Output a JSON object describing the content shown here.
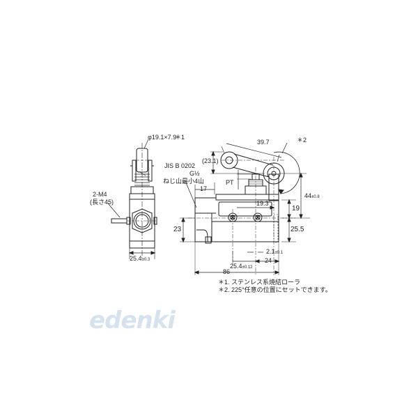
{
  "drawing": {
    "title": "Limit switch roller lever dimension drawing",
    "side_view": {
      "roller_spec": "φ19.1×7.9",
      "roller_note_ref": "＊1",
      "lead_label": "2-M4",
      "lead_length": "(長さ45)",
      "width_dim": "25.4",
      "width_tol": "±0.3"
    },
    "front_view": {
      "thread_std": "JIS B 0202",
      "thread_size": "G½",
      "thread_note": "ねじ山最小4山",
      "dim_17": "17",
      "dim_23_1": "(23.1)",
      "dim_39_7": "39.7",
      "note_ref_2": "＊2",
      "pt_label": "PT",
      "dim_19_3": "19.3",
      "dim_44": "44",
      "dim_44_tol": "±0.8",
      "dim_19": "19",
      "dim_23": "23",
      "dim_25_5": "25.5",
      "dim_2_1": "2.1",
      "dim_2_1_tol": "±0.1",
      "dim_24": "24",
      "dim_25_4": "25.4",
      "dim_25_4_tol": "±0.12",
      "dim_86": "86"
    },
    "notes": [
      "＊1. ステンレス系焼結ローラ",
      "＊2. 225°任意の位置にセットできます。"
    ],
    "colors": {
      "background": "#ffffff",
      "line": "#222222",
      "watermark": "#d6e2ef"
    }
  },
  "watermark": {
    "text": "edenki"
  }
}
